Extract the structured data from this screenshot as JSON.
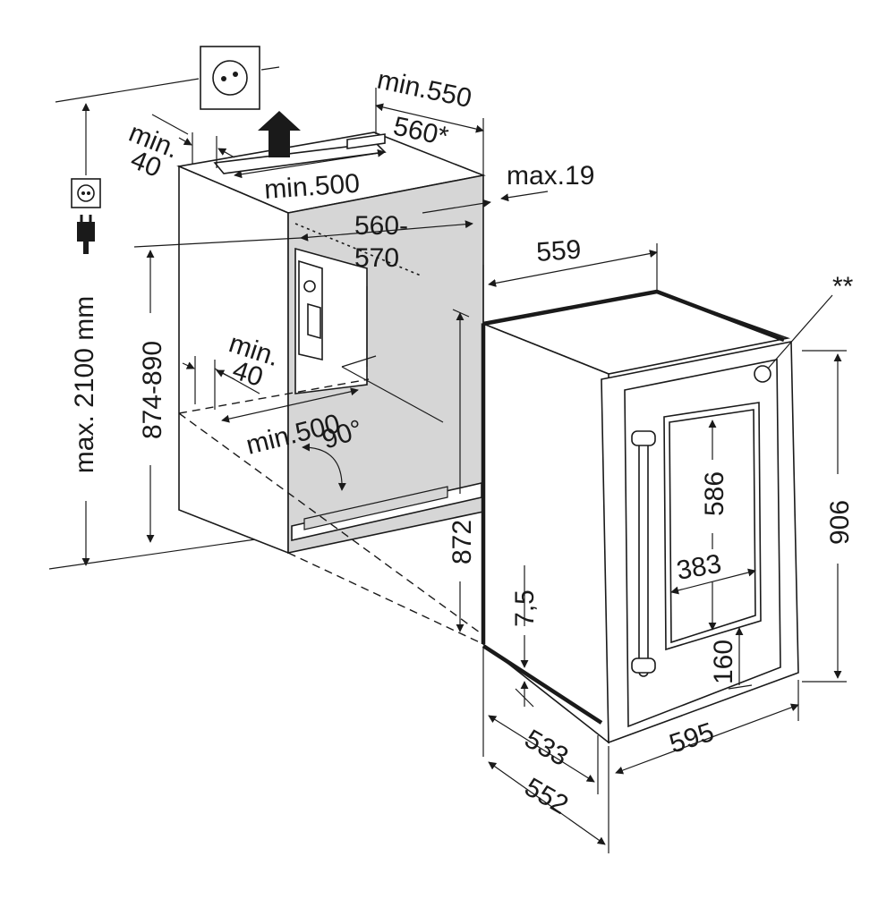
{
  "labels": {
    "max_height": "max. 2100 mm",
    "niche_height": "874-890",
    "top_gap": "min.\n40",
    "top_vent": "min.500",
    "depth_min": "min.550",
    "depth_alt": "560*",
    "max_19": "max.19",
    "width_top": "560-",
    "width_bottom": "570",
    "bottom_gap": "min.\n40",
    "bottom_vent": "min.500",
    "angle": "90°",
    "height_872": "872",
    "width_559": "559",
    "note": "**",
    "dim_7_5": "7,5",
    "glass_height": "586",
    "glass_width": "383",
    "dim_160": "160",
    "height_906": "906",
    "width_595": "595",
    "depth_533": "533",
    "depth_552": "552"
  },
  "icons": {
    "wall_socket": "wall-socket-icon",
    "socket_small": "socket-icon",
    "plug": "plug-icon",
    "airflow_arrow": "arrow-up-icon"
  },
  "colors": {
    "line": "#1a1a1a",
    "cutout_fill": "#d6d6d6",
    "background": "#ffffff"
  }
}
